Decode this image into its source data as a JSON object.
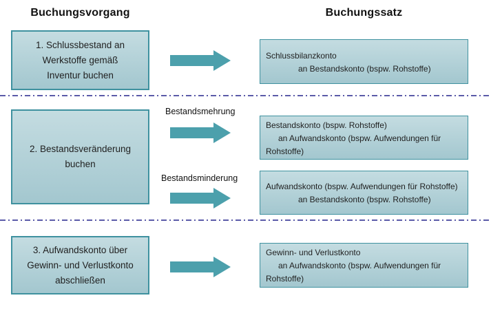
{
  "colors": {
    "arrow": "#4CA0AC",
    "boxBorder": "#3E919F",
    "boxFillTop": "#C4DCE1",
    "boxFillBottom": "#A3C7CF",
    "dash": "#5A5AA8",
    "text": "#1F1F1F"
  },
  "headers": {
    "left": "Buchungsvorgang",
    "right": "Buchungssatz"
  },
  "rows": [
    {
      "step_lines": [
        "1. Schlussbestand an",
        "Werkstoffe gemäß",
        "Inventur buchen"
      ],
      "entry": {
        "lines": [
          "Schlussbilanzkonto",
          "an Bestandskonto (bspw. Rohstoffe)"
        ]
      }
    },
    {
      "step_lines": [
        "2. Bestandsveränderung",
        "buchen"
      ],
      "arrow_labels": [
        "Bestandsmehrung",
        "Bestandsminderung"
      ],
      "entries": [
        {
          "lines": [
            "Bestandskonto (bspw. Rohstoffe)",
            "an Aufwandskonto (bspw. Aufwendungen für Rohstoffe)"
          ]
        },
        {
          "lines": [
            "Aufwandskonto (bspw. Aufwendungen für Rohstoffe)",
            "an Bestandskonto (bspw. Rohstoffe)"
          ]
        }
      ]
    },
    {
      "step_lines": [
        "3. Aufwandskonto über",
        "Gewinn- und Verlustkonto",
        "abschließen"
      ],
      "entry": {
        "lines": [
          "Gewinn- und Verlustkonto",
          "an Aufwandskonto (bspw. Aufwendungen für Rohstoffe)"
        ]
      }
    }
  ]
}
